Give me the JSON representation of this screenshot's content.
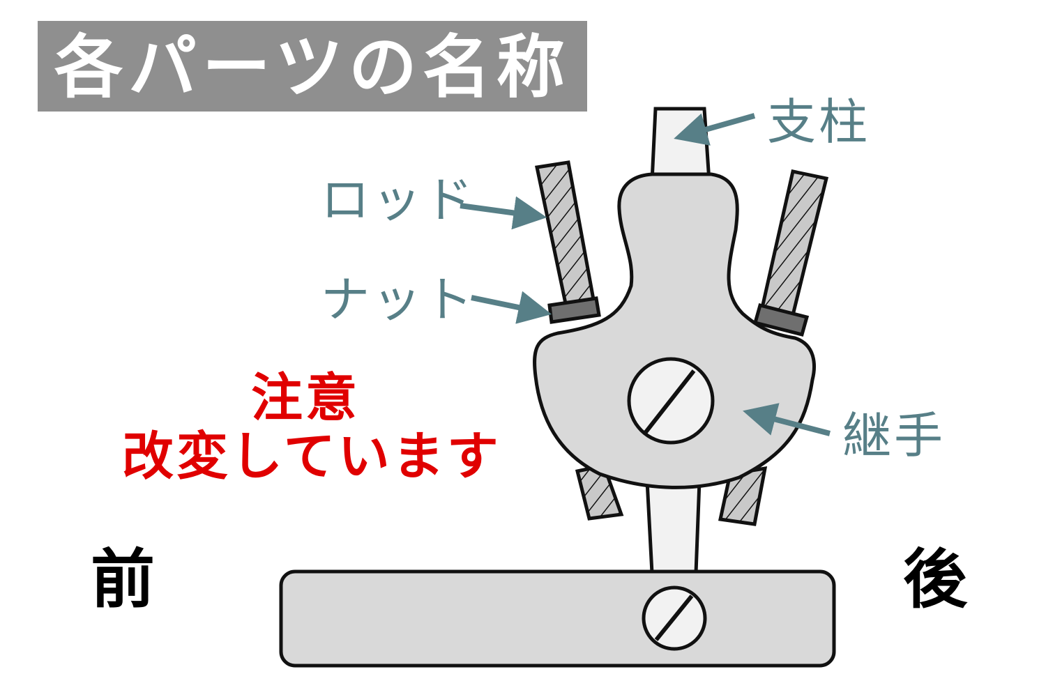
{
  "title": "各パーツの名称",
  "labels": {
    "pillar": "支柱",
    "rod": "ロッド",
    "nut": "ナット",
    "joint": "継手"
  },
  "warning": {
    "line1": "注意",
    "line2": "改変しています"
  },
  "sides": {
    "front": "前",
    "back": "後"
  },
  "colors": {
    "label": "#577f87",
    "warning": "#e00000",
    "title_bg": "#8f8f8f",
    "part_fill": "#d9d9d9",
    "nut_fill": "#6f6f6f"
  }
}
